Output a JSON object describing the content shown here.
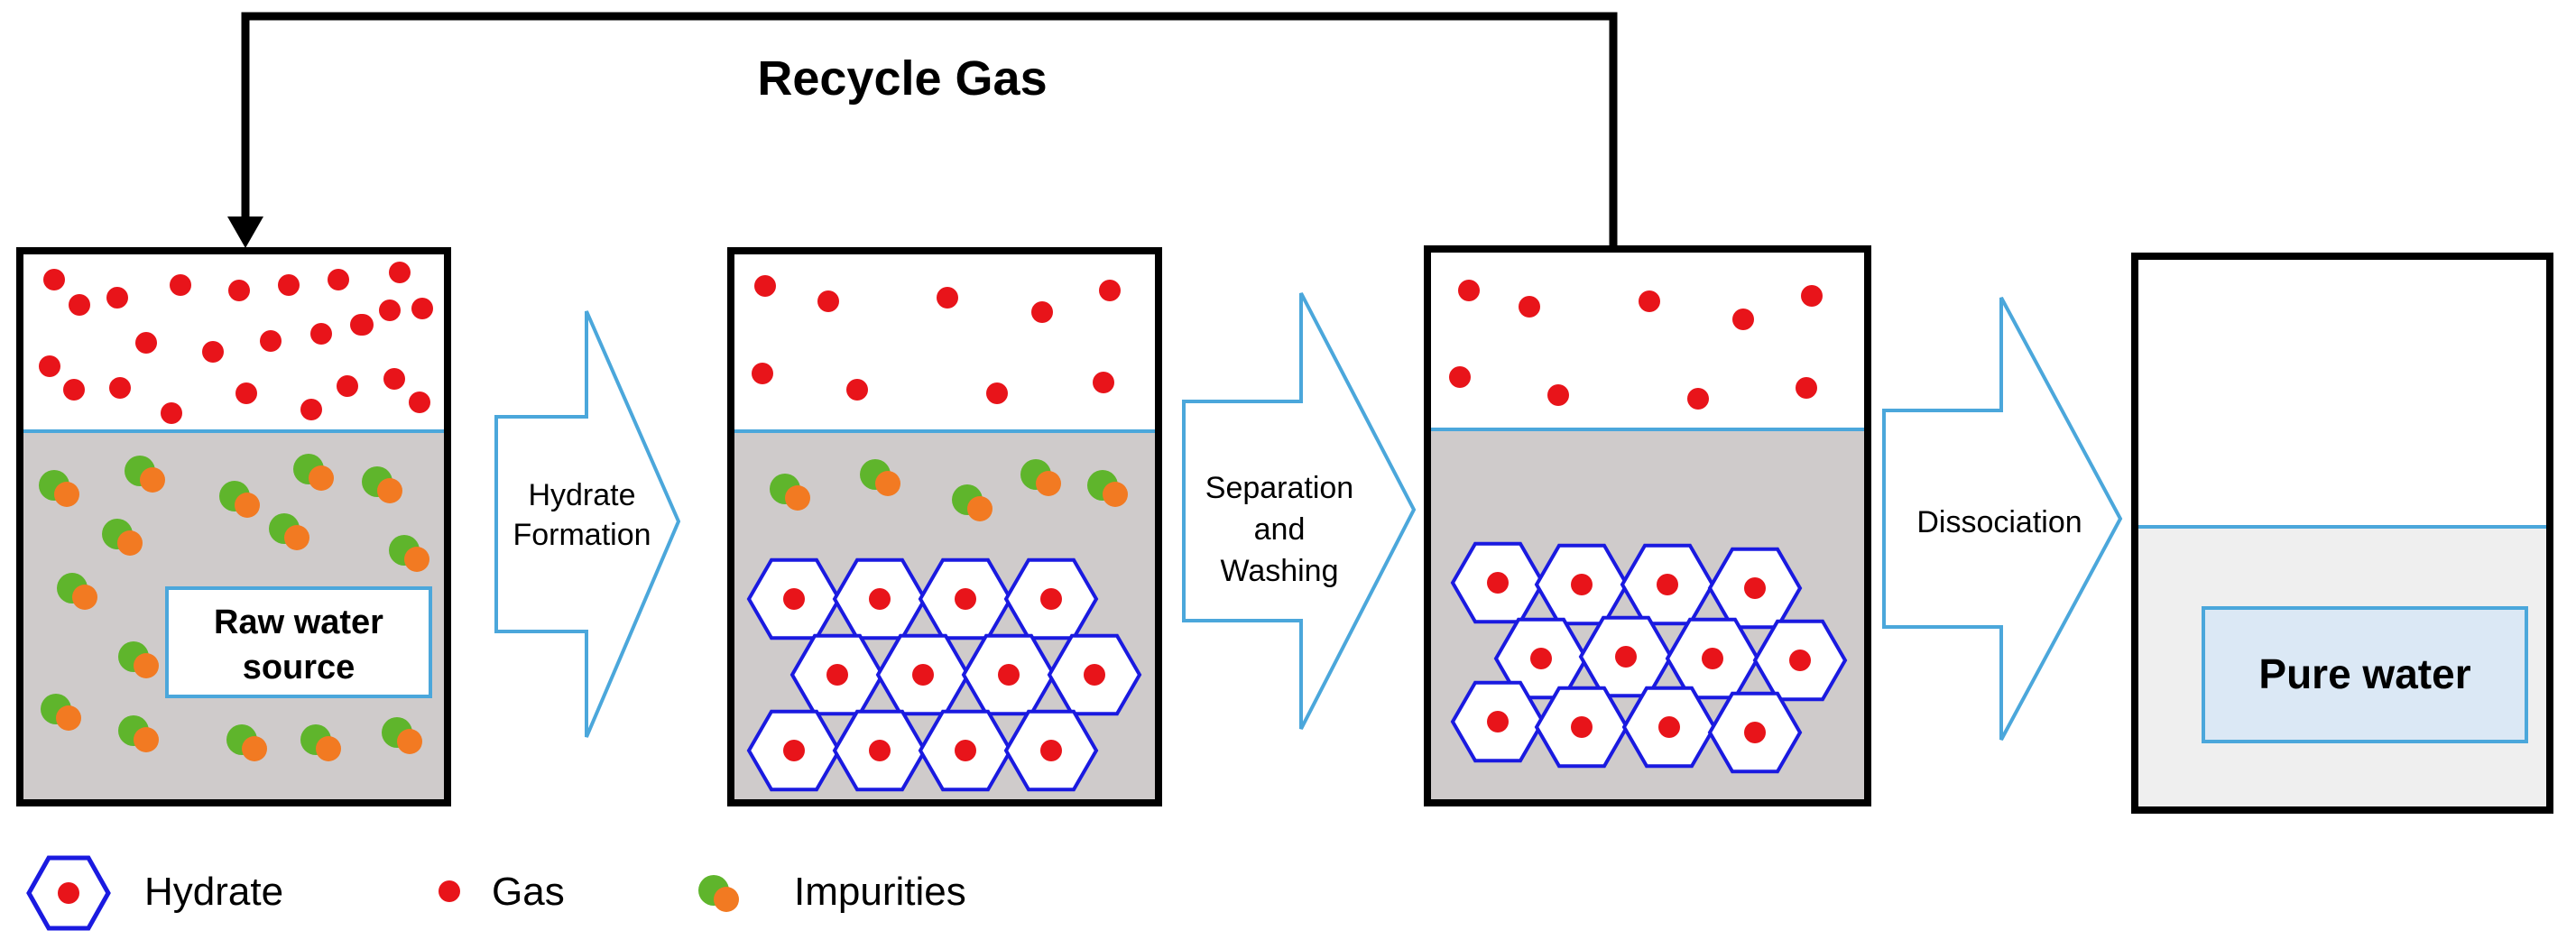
{
  "title": "Recycle Gas",
  "boxes": {
    "raw_label_line1": "Raw water",
    "raw_label_line2": "source",
    "pure_label": "Pure water"
  },
  "steps": [
    {
      "lines": [
        "Hydrate",
        "Formation"
      ]
    },
    {
      "lines": [
        "Separation",
        "and",
        "Washing"
      ]
    },
    {
      "lines": [
        "Dissociation"
      ]
    }
  ],
  "legend": {
    "hydrate": "Hydrate",
    "gas": "Gas",
    "impurities": "Impurities"
  },
  "colors": {
    "gas": "#e8141a",
    "impurity_green": "#5fb52c",
    "impurity_orange": "#f27a22",
    "hydrate_stroke": "#1a1ae0",
    "liquid_gray": "#cfcbcb",
    "pure_liquid": "#efefef",
    "arrow_stroke": "#4ba7db",
    "container_stroke": "#000000"
  }
}
